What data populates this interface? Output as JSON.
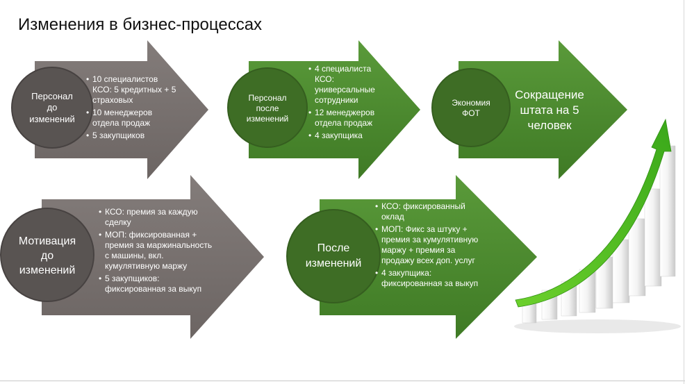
{
  "title": "Изменения в бизнес-процессах",
  "colors": {
    "gray": "#7b7472",
    "gray_dark": "#595452",
    "green": "#4e8a30",
    "green_dark": "#3f6f26",
    "accent_green": "#5dc21c"
  },
  "row1": {
    "before": {
      "circle": "Персонал\nдо\nизменений",
      "bullets": [
        "10 специалистов КСО: 5 кредитных + 5 страховых",
        "10 менеджеров отдела продаж",
        "5 закупщиков"
      ]
    },
    "after": {
      "circle": "Персонал\nпосле\nизменений",
      "bullets": [
        "4 специалиста КСО: универсальные сотрудники",
        "12 менеджеров отдела продаж",
        "4 закупщика"
      ]
    },
    "savings": {
      "circle": "Экономия\nФОТ",
      "text": "Сокращение штата на 5 человек"
    }
  },
  "row2": {
    "before": {
      "circle": "Мотивация\nдо\nизменений",
      "bullets": [
        "КСО: премия за каждую сделку",
        "МОП: фиксированная + премия за маржинальность с машины, вкл. кумулятивную маржу",
        "5 закупщиков: фиксированная за выкуп"
      ]
    },
    "after": {
      "circle": "После\nизменений",
      "bullets": [
        "КСО: фиксированный оклад",
        "МОП: Фикс за штуку + премия за кумулятивную маржу + премия за продажу всех доп. услуг",
        "4 закупщика: фиксированная за выкуп"
      ]
    }
  }
}
